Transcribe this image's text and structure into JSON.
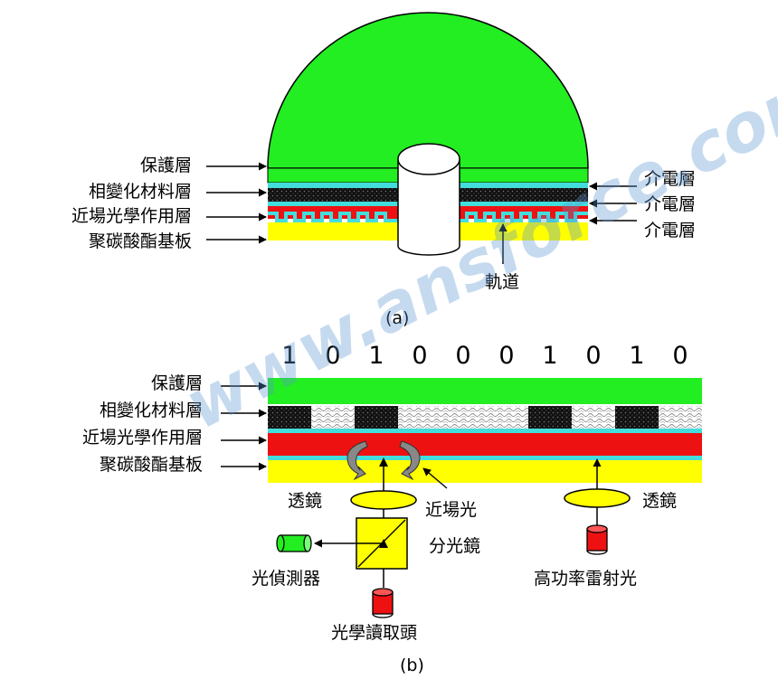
{
  "diagram_a": {
    "caption": "(a)",
    "left_labels": [
      "保護層",
      "相變化材料層",
      "近場光學作用層",
      "聚碳酸酯基板"
    ],
    "right_labels": [
      "介電層",
      "介電層",
      "介電層"
    ],
    "track_label": "軌道"
  },
  "diagram_b": {
    "caption": "(b)",
    "bits": [
      "1",
      "0",
      "1",
      "0",
      "0",
      "0",
      "1",
      "0",
      "1",
      "0"
    ],
    "left_labels": [
      "保護層",
      "相變化材料層",
      "近場光學作用層",
      "聚碳酸酯基板"
    ],
    "lens_left": "透鏡",
    "lens_right": "透鏡",
    "near_field": "近場光",
    "beam_splitter": "分光鏡",
    "photodetector": "光偵測器",
    "read_head": "光學讀取頭",
    "laser": "高功率雷射光"
  },
  "watermark": "www.ansforce.com",
  "colors": {
    "protect": "#22ee22",
    "dielectric": "#44dddd",
    "nearfield": "#ee1111",
    "substrate": "#ffff00",
    "phase_dark": "#111111"
  }
}
